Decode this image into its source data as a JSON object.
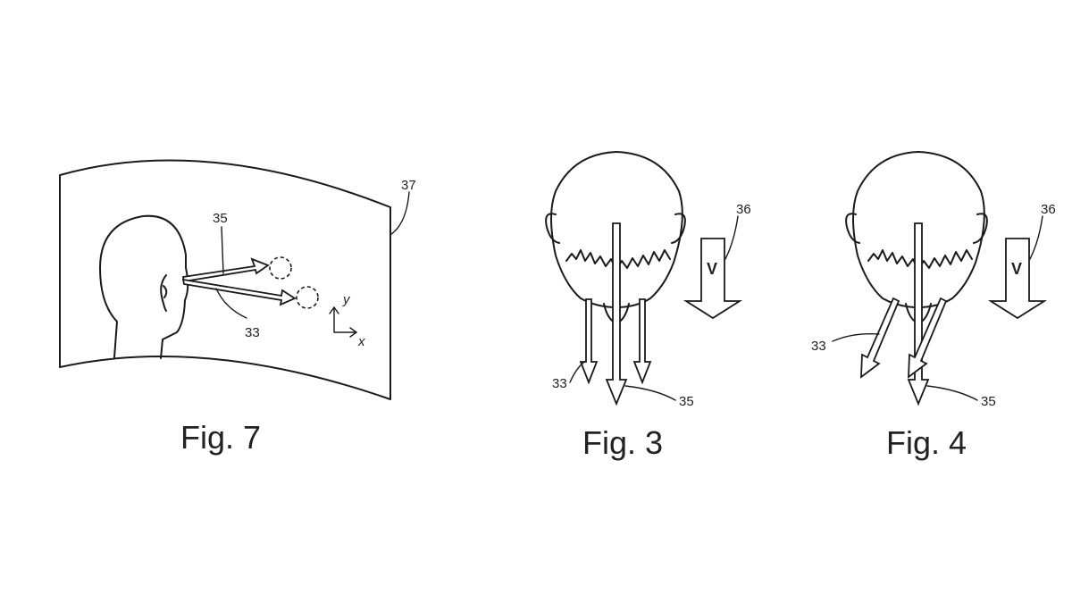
{
  "figures": [
    {
      "caption": "Fig. 7",
      "ref_screen": "37",
      "ref_gaze_upper": "35",
      "ref_gaze_lower": "33",
      "axis_y": "y",
      "axis_x": "x"
    },
    {
      "caption": "Fig. 3",
      "ref_velocity": "36",
      "velocity_symbol": "V",
      "ref_left": "33",
      "ref_center": "35"
    },
    {
      "caption": "Fig. 4",
      "ref_velocity": "36",
      "velocity_symbol": "V",
      "ref_left": "33",
      "ref_center": "35"
    }
  ]
}
